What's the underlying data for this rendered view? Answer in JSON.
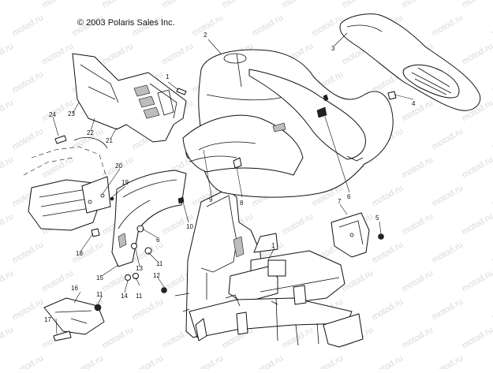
{
  "copyright": "© 2003 Polaris Sales Inc.",
  "watermark": "motod.ru",
  "callouts": [
    "1",
    "2",
    "3",
    "4",
    "5",
    "6",
    "7",
    "8",
    "9",
    "10",
    "11",
    "12",
    "13",
    "14",
    "15",
    "16",
    "17",
    "18",
    "19",
    "20",
    "21",
    "22",
    "23",
    "24"
  ]
}
